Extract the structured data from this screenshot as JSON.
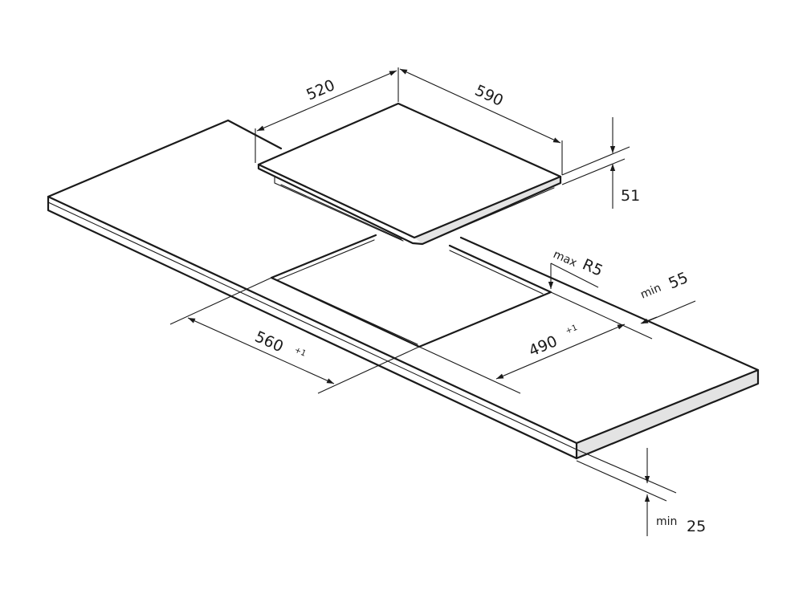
{
  "colors": {
    "line": "#1a1a1a",
    "edge_shade": "#e3e3e3",
    "background": "#ffffff"
  },
  "dimensions": {
    "hob_depth": "520",
    "hob_width": "590",
    "hob_height": "51",
    "cutout_width": "560",
    "cutout_width_tol": "+1",
    "cutout_depth": "490",
    "cutout_depth_tol": "+1",
    "corner_radius_prefix": "max",
    "corner_radius": "R5",
    "min_rear_gap_prefix": "min",
    "min_rear_gap": "55",
    "min_thickness_prefix": "min",
    "min_thickness": "25"
  }
}
